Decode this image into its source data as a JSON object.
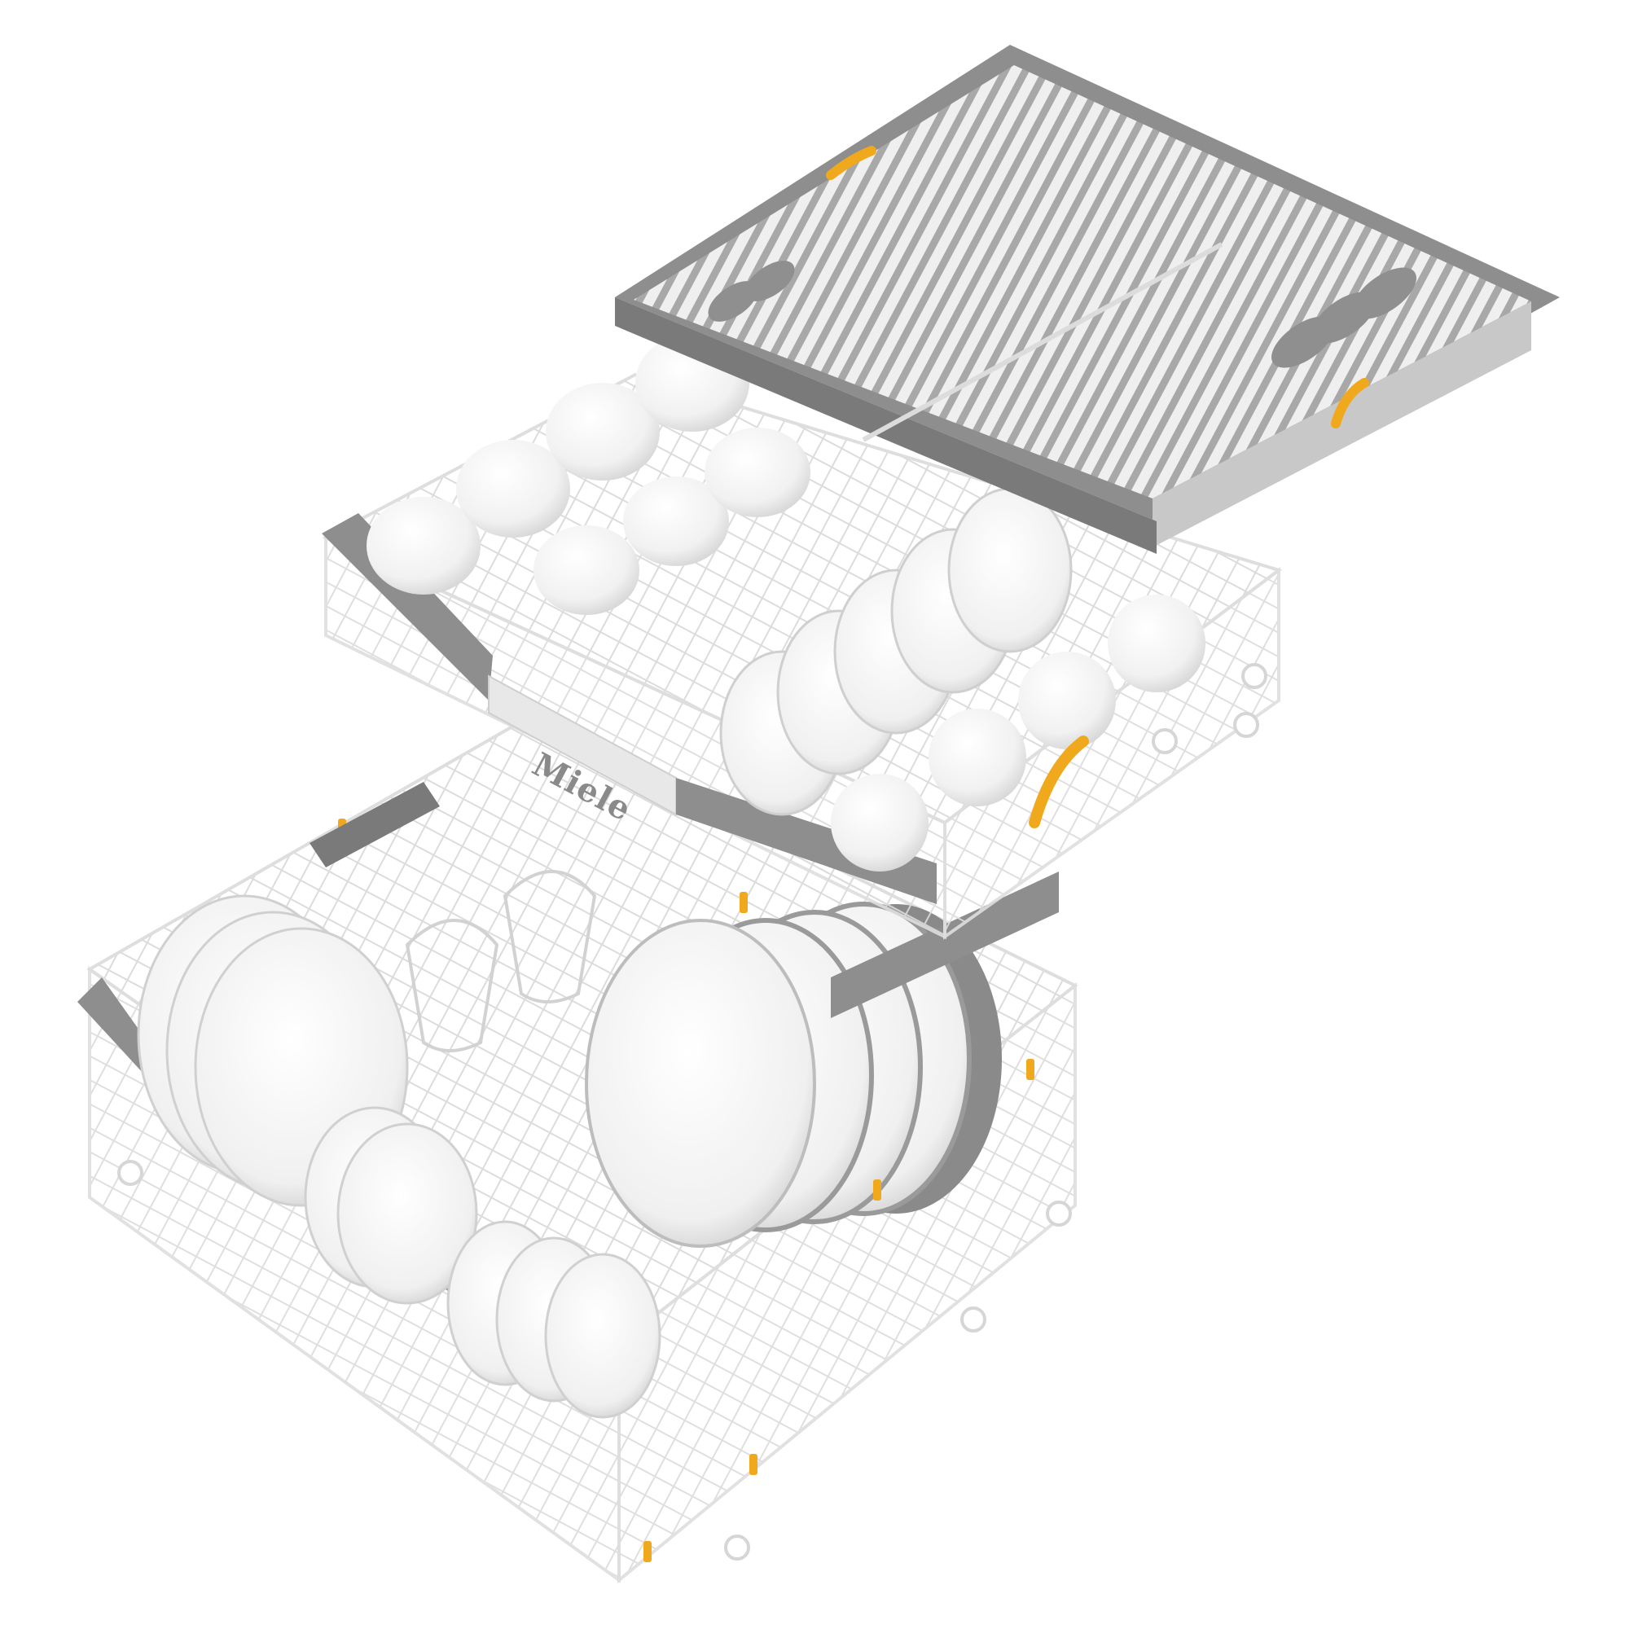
{
  "image": {
    "subject": "dishwasher racks loaded with dishes",
    "brand_label": "Miele"
  },
  "colors": {
    "background": "#ffffff",
    "rack_wire": "#e9e9e9",
    "rack_trim": "#8e8e8e",
    "trim_dark": "#6f6f6f",
    "handle_accent": "#f0a81c",
    "cutlery": "#9a9a9a",
    "dish": "#f4f4f4",
    "dish_shadow": "#d6d6d6"
  },
  "racks": [
    {
      "name": "cutlery-tray",
      "position": "top"
    },
    {
      "name": "upper-basket",
      "position": "middle"
    },
    {
      "name": "lower-basket",
      "position": "bottom"
    }
  ]
}
